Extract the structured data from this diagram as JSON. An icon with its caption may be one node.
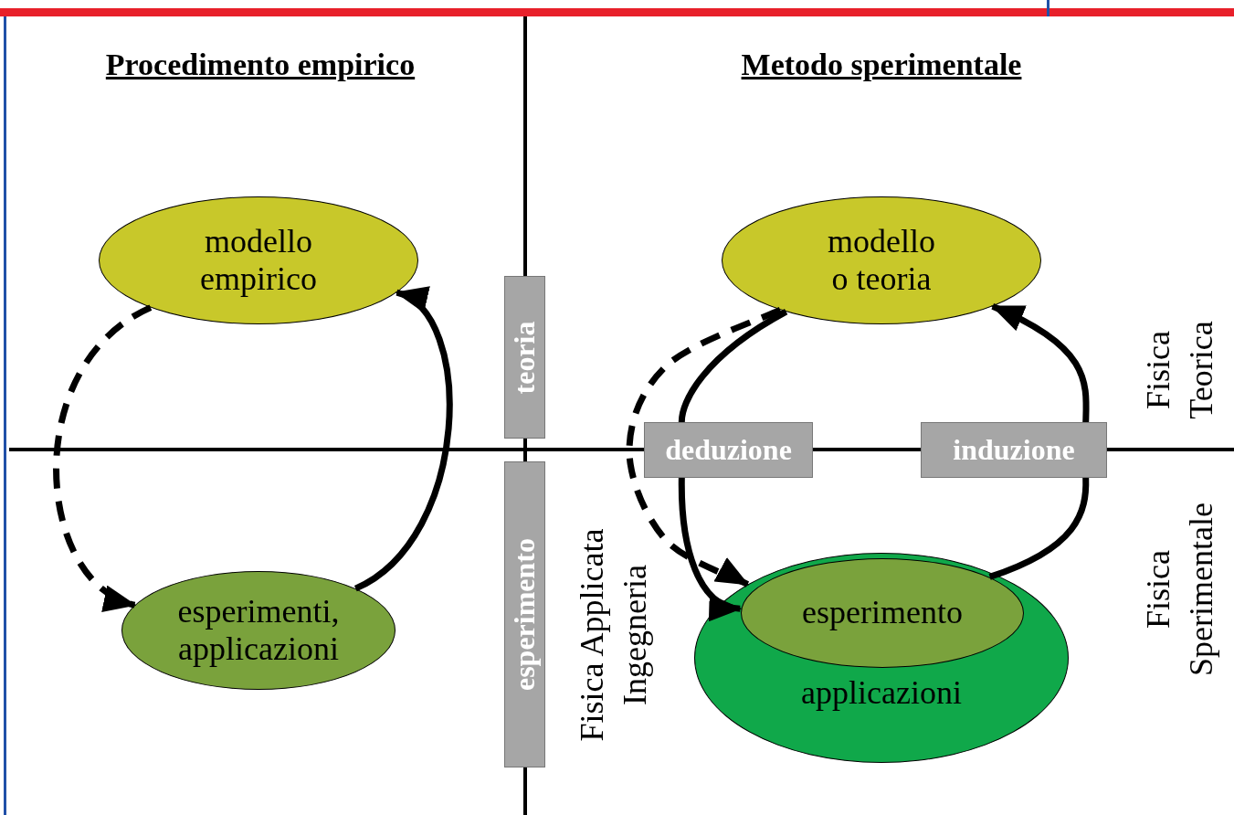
{
  "diagram": {
    "nodes": [
      {
        "text": [
          "modello empirico"
        ]
      },
      {
        "text": [
          "esperimenti, applicazioni"
        ]
      },
      {
        "text": [
          "teoria"
        ]
      },
      {
        "text": [
          "esperimento"
        ]
      },
      {
        "text": [
          "modello o teoria"
        ]
      },
      {
        "text": [
          "applicazioni"
        ]
      },
      {
        "text": [
          "esperimento"
        ],
        "in": 5
      },
      {
        "text": [
          "deduzione"
        ]
      },
      {
        "text": [
          "induzione"
        ]
      }
    ],
    "edges": [
      {
        "from": 0,
        "to": 1,
        "arrow": "to",
        "style": "dashed"
      },
      {
        "from": 1,
        "to": 0,
        "arrow": "to"
      },
      {
        "from": 4,
        "to": 5,
        "arrow": "to",
        "style": "dashed"
      },
      {
        "from": 4,
        "to": 7,
        "arrow": "none"
      },
      {
        "from": 7,
        "to": 6,
        "arrow": "to"
      },
      {
        "from": 6,
        "to": 8,
        "arrow": "none"
      },
      {
        "from": 8,
        "to": 4,
        "arrow": "to"
      }
    ],
    "labels": [
      "Procedimento empirico",
      "Metodo sperimentale",
      "Fisica Teorica",
      "Fisica Sperimentale",
      "Fisica Applicata Ingegneria"
    ]
  }
}
